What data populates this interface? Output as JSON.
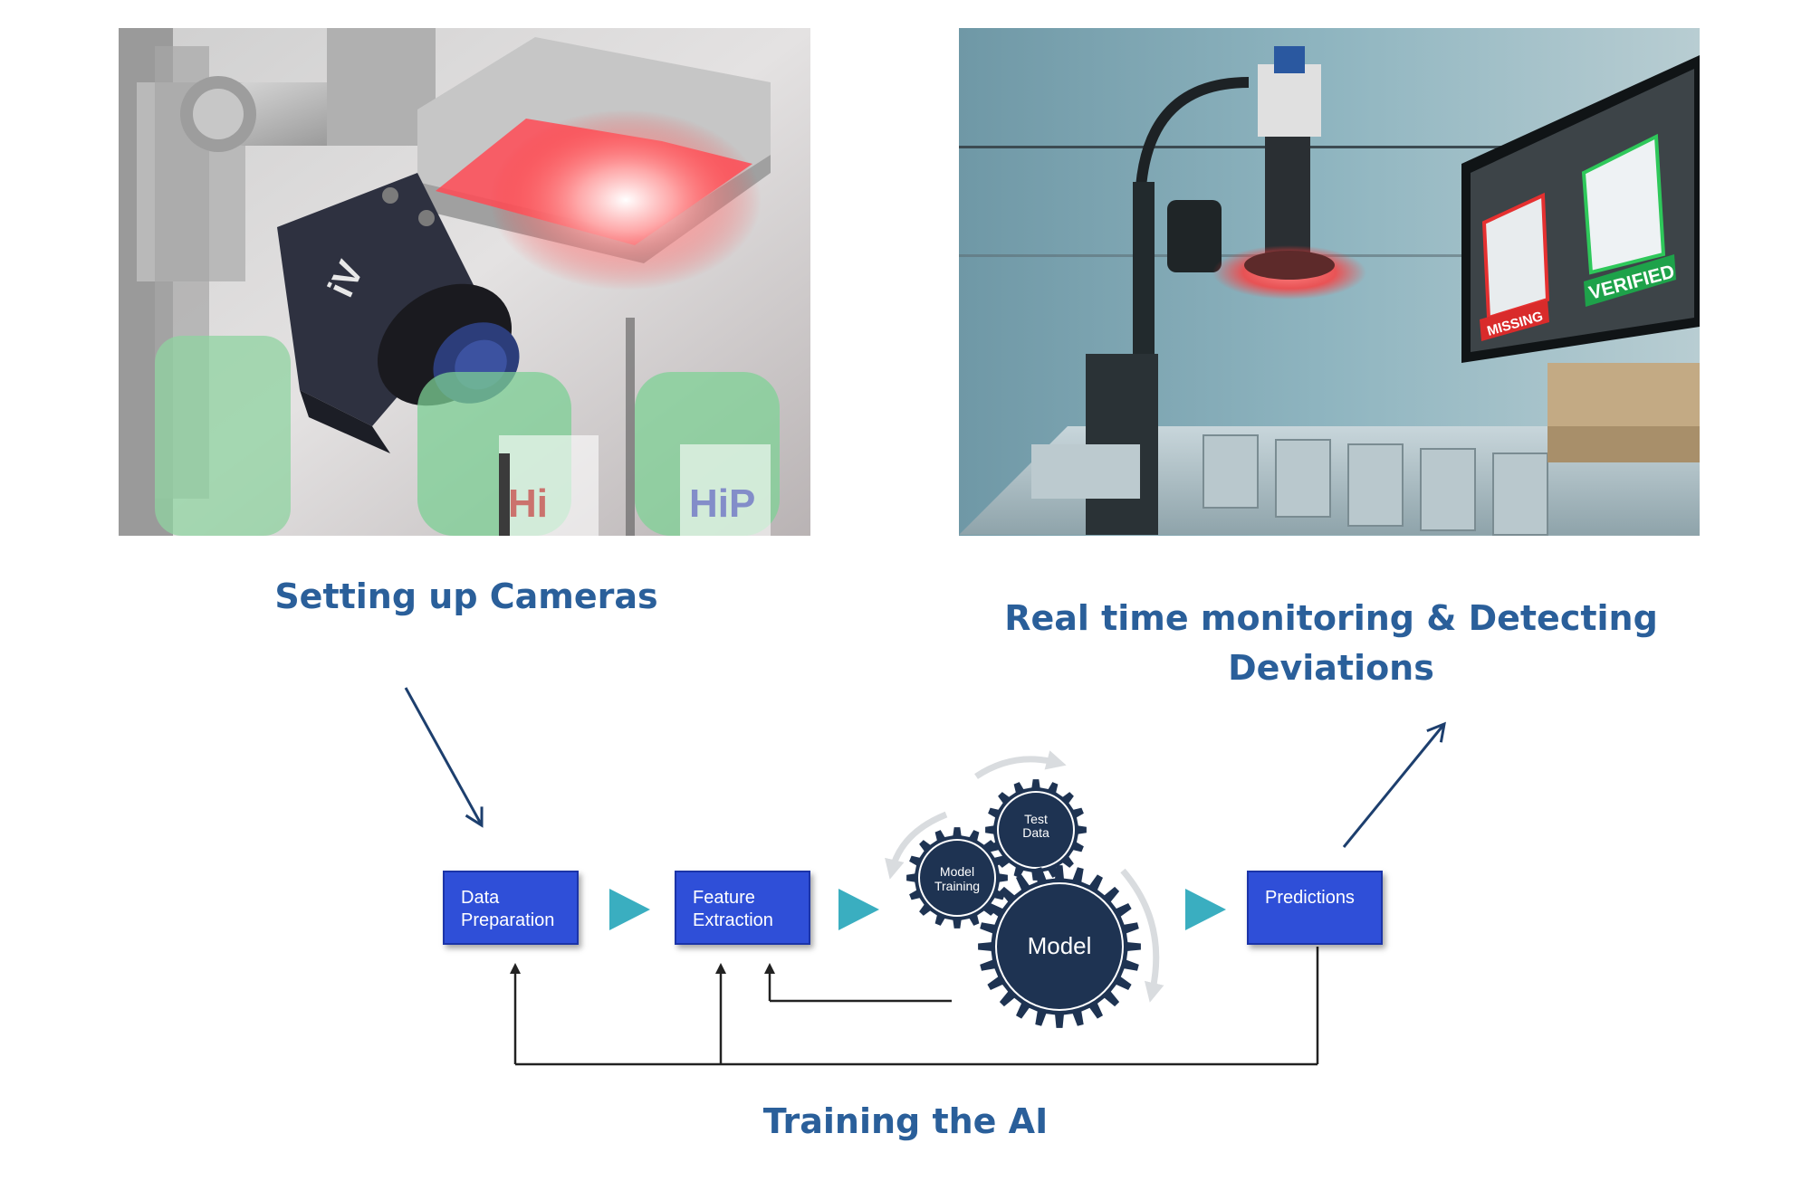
{
  "captions": {
    "cameras": "Setting up Cameras",
    "monitoring": "Real time monitoring & Detecting Deviations",
    "training": "Training the AI"
  },
  "pipeline": {
    "data_preparation": "Data\nPreparation",
    "feature_extraction": "Feature\nExtraction",
    "predictions": "Predictions",
    "gears": {
      "model_training": [
        "Model",
        "Training"
      ],
      "test_data": [
        "Test",
        "Data"
      ],
      "model": "Model"
    }
  },
  "screen": {
    "missing_label": "MISSING",
    "verified_label": "VERIFIED"
  },
  "colors": {
    "caption": "#2a5f9a",
    "box": "#2f4fd8",
    "gear": "#1e3352",
    "play_arrow": "#3aaec0",
    "connector": "#222222",
    "flow_arrow": "#1d3f6e"
  }
}
